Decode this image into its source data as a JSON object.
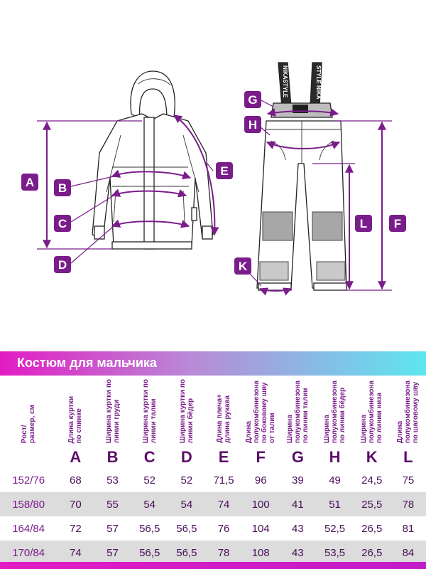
{
  "header": {
    "title": "Костюм для мальчика"
  },
  "diagram": {
    "labels": {
      "A": "A",
      "B": "B",
      "C": "C",
      "D": "D",
      "E": "E",
      "F": "F",
      "G": "G",
      "H": "H",
      "K": "K",
      "L": "L"
    },
    "strap_left_text": "NIKASTYLE",
    "strap_right_text": "STYLE NIKA",
    "label_color": "#7a1d8a"
  },
  "table": {
    "column_headers": [
      "Рост/\nразмер, см",
      "Длина куртки\nпо спинке",
      "Ширина куртки по\nлинии груди",
      "Ширина куртки по\nлинии талии",
      "Ширина куртки по\nлинии бёдер",
      "Длина плеча+\nдлина рукава",
      "Длина\nполукомбинезона\nпо боковому шву\nот талии",
      "Ширина\nполукомбинезона\nпо линии талии",
      "Ширина\nполукомбинезона\nпо линии бёдер",
      "Ширина\nполукомбинезона\nпо линии низа",
      "Длина\nполукомбинезона\nпо шаговому шву"
    ],
    "column_letters": [
      "",
      "A",
      "B",
      "C",
      "D",
      "E",
      "F",
      "G",
      "H",
      "K",
      "L"
    ],
    "rows": [
      [
        "152/76",
        "68",
        "53",
        "52",
        "52",
        "71,5",
        "96",
        "39",
        "49",
        "24,5",
        "75"
      ],
      [
        "158/80",
        "70",
        "55",
        "54",
        "54",
        "74",
        "100",
        "41",
        "51",
        "25,5",
        "78"
      ],
      [
        "164/84",
        "72",
        "57",
        "56,5",
        "56,5",
        "76",
        "104",
        "43",
        "52,5",
        "26,5",
        "81"
      ],
      [
        "170/84",
        "74",
        "57",
        "56,5",
        "56,5",
        "78",
        "108",
        "43",
        "53,5",
        "26,5",
        "84"
      ]
    ]
  },
  "colors": {
    "accent": "#7a1d8a",
    "gradient_start": "#e21cc3",
    "gradient_end": "#5de6f0",
    "row_alt": "#dcdcdc"
  }
}
